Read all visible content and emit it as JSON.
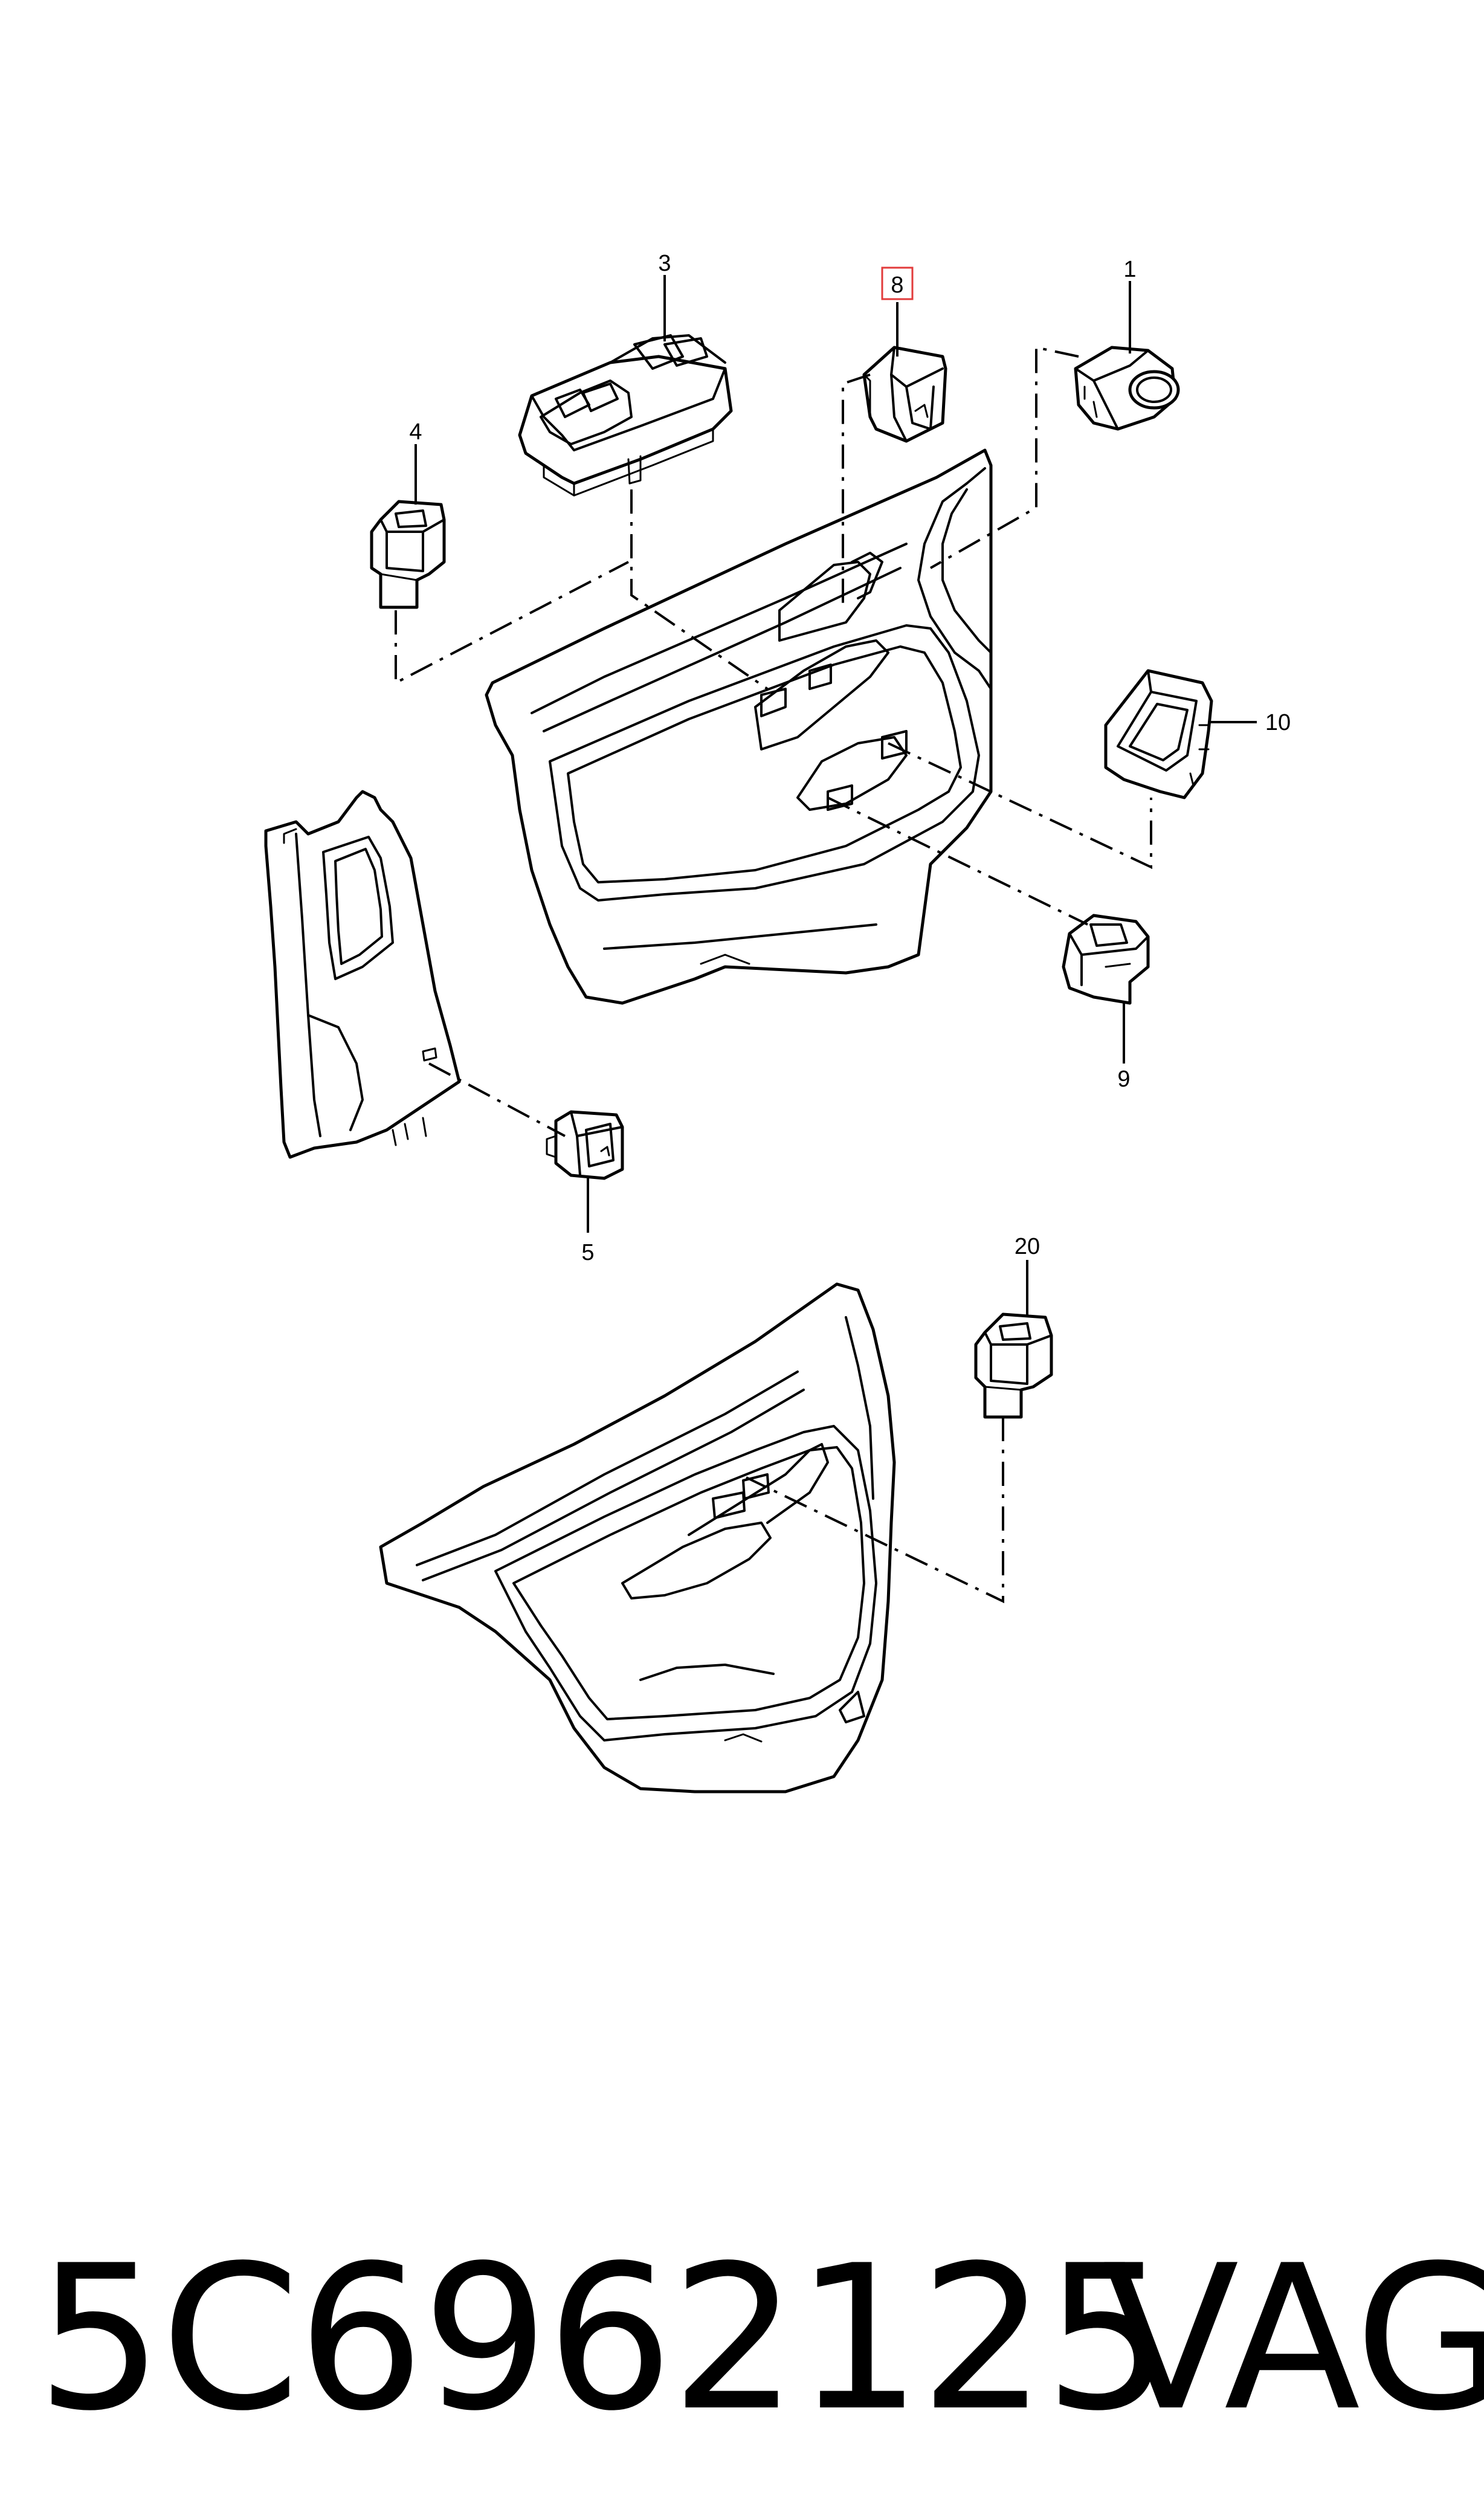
{
  "callouts": {
    "c1": "1",
    "c3": "3",
    "c4": "4",
    "c5": "5",
    "c8": "8",
    "c9": "9",
    "c10": "10",
    "c20": "20"
  },
  "highlighted_callout": "8",
  "highlight_color": "#e23b3b",
  "footer": {
    "part_number": "5C6962125",
    "brand": "VAG"
  }
}
